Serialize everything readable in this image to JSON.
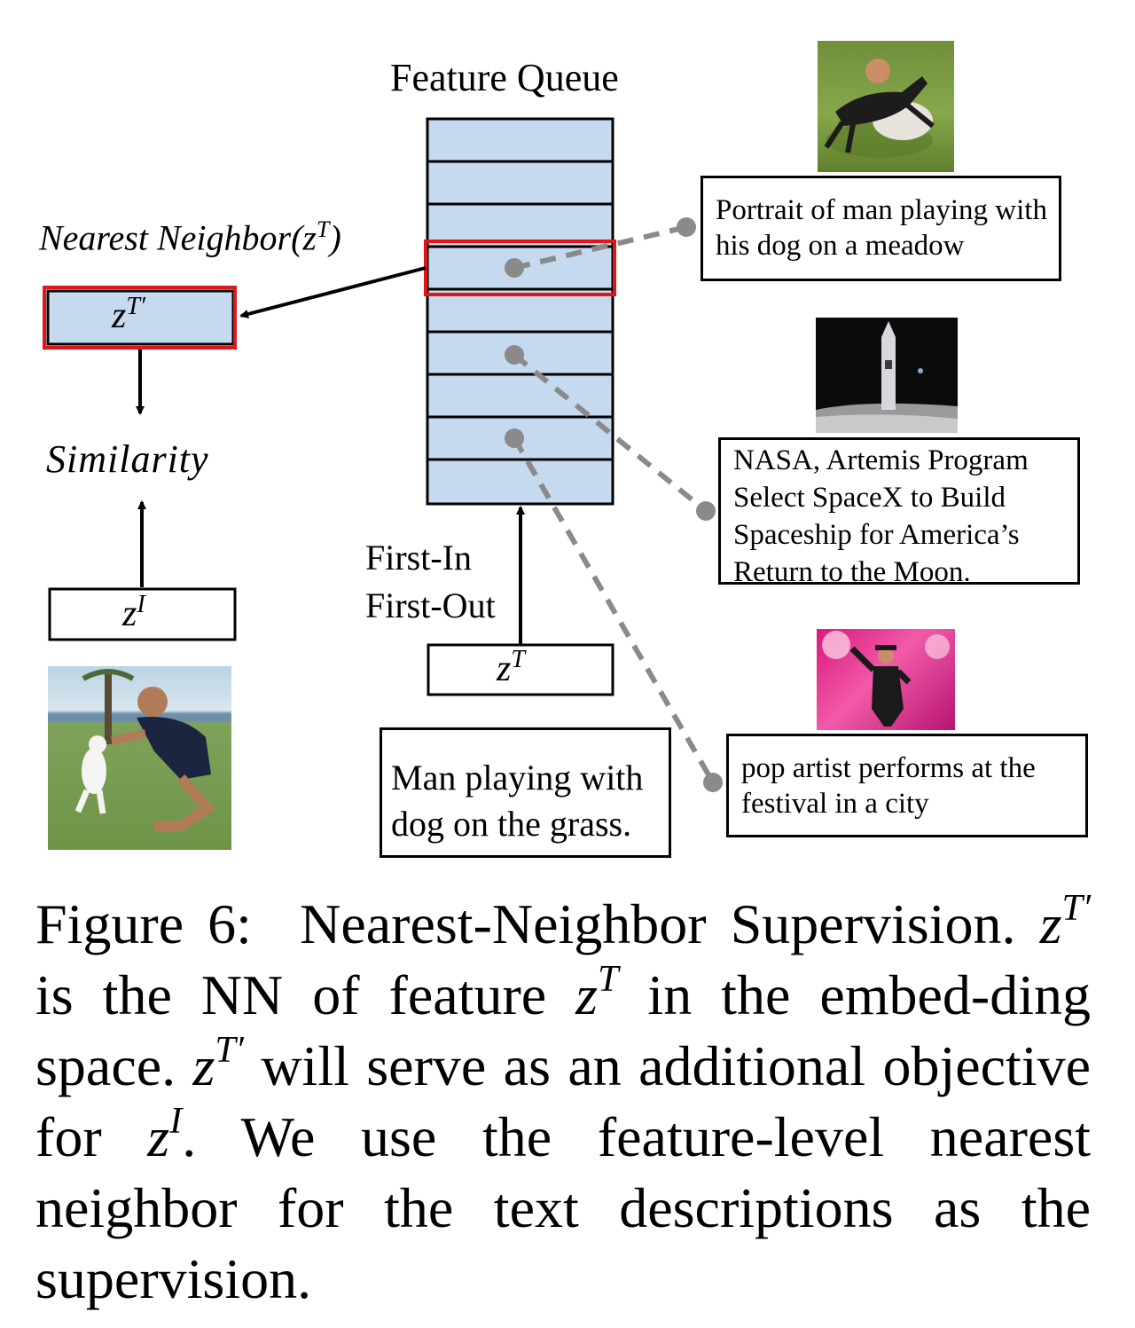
{
  "diagram": {
    "queue_title": "Feature Queue",
    "nn_label": "Nearest Neighbor(",
    "nn_label_var": "z",
    "nn_label_sup": "T",
    "nn_label_close": ")",
    "similarity_label": "Similarity",
    "fifo_line1": "First-In",
    "fifo_line2": "First-Out",
    "z_t_prime": {
      "base": "z",
      "sup": "T′"
    },
    "z_i": {
      "base": "z",
      "sup": "I"
    },
    "z_t": {
      "base": "z",
      "sup": "T"
    },
    "input_text": "Man playing with dog on the grass.",
    "captions": [
      "Portrait of man playing with his dog on a meadow",
      "NASA, Artemis Program Select SpaceX to Build Spaceship for America’s Return to the Moon.",
      "pop artist performs at the festival in a city"
    ],
    "colors": {
      "queue_fill": "#c5d9ef",
      "highlight": "#e0161b",
      "dashed_line": "#8a8a8a"
    }
  },
  "caption": {
    "figure_label": "Figure 6:",
    "title": "Nearest-Neighbor Supervision.",
    "p1": "is the NN of feature",
    "p2": "in the embed-ding space.",
    "p3": "will serve as an additional objective for",
    "p4": ". We use the feature-level nearest neighbor for the text descriptions as the supervision."
  }
}
